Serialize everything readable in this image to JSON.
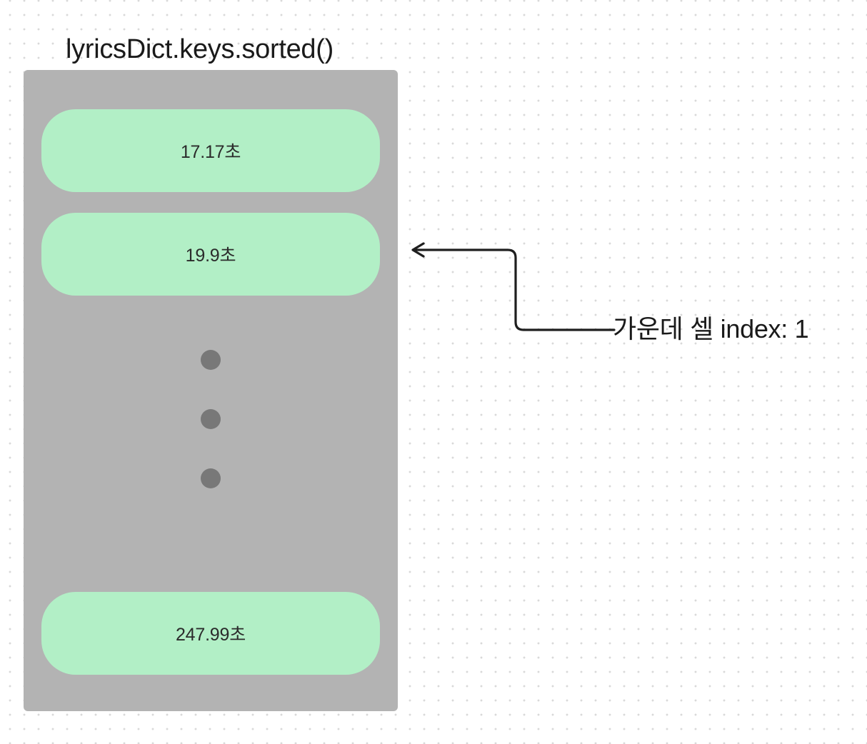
{
  "diagram": {
    "title": "lyricsDict.keys.sorted()",
    "background": {
      "style": "dot-grid",
      "dot_color": "#d9d9d9",
      "page_color": "#ffffff"
    },
    "table": {
      "container_color": "#b3b3b3",
      "cell_color": "#b2efc6",
      "cell_text_color": "#2b2b2b",
      "cells": [
        {
          "index": 0,
          "label": "17.17초"
        },
        {
          "index": 1,
          "label": "19.9초"
        },
        {
          "index": "last",
          "label": "247.99초"
        }
      ],
      "ellipsis": {
        "name": "vertical-ellipsis",
        "dot_count": 3,
        "dot_color": "#787878"
      }
    },
    "annotation": {
      "text": "가운데 셀 index: 1",
      "connector": {
        "shape": "elbow",
        "arrow_direction": "left",
        "color": "#1f1f1f"
      }
    }
  }
}
